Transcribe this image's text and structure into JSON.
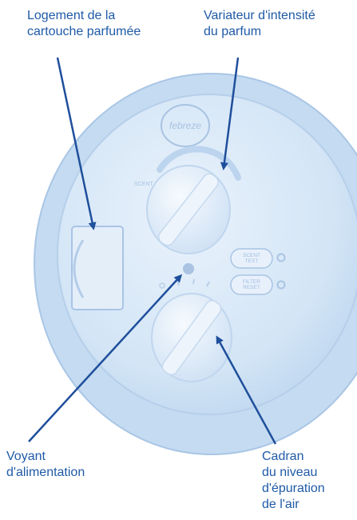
{
  "labels": {
    "cartridge_slot": "Logement de la\ncartouche parfumée",
    "scent_dial": "Variateur d'intensité\ndu parfum",
    "power_light": "Voyant\nd'alimentation",
    "purification_dial": "Cadran\ndu niveau\nd'épuration\nde l'air"
  },
  "device": {
    "brand": "febreze",
    "scent_marking": "SCENT",
    "buttons": {
      "scent_test": "SCENT\nTEST",
      "filter_reset": "FILTER\nRESET"
    }
  },
  "colors": {
    "label_text": "#1f5aa6",
    "arrow": "#1f4f9c",
    "device_body": "#d6e7f7",
    "device_rim": "#b9d3ee"
  }
}
